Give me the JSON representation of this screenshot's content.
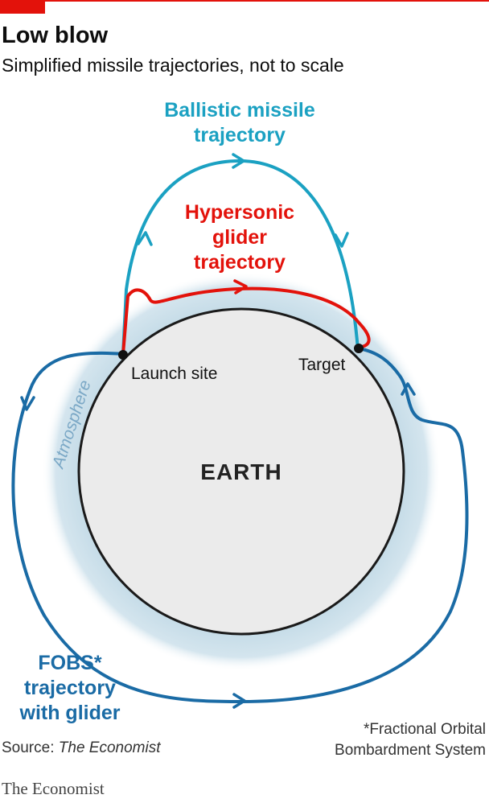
{
  "header": {
    "title": "Low blow",
    "subtitle": "Simplified missile trajectories, not to scale"
  },
  "labels": {
    "ballistic_line1": "Ballistic missile",
    "ballistic_line2": "trajectory",
    "hypersonic_line1": "Hypersonic",
    "hypersonic_line2": "glider",
    "hypersonic_line3": "trajectory",
    "launch_site": "Launch site",
    "target": "Target",
    "atmosphere": "Atmosphere",
    "earth": "EARTH",
    "fobs_line1": "FOBS*",
    "fobs_line2": "trajectory",
    "fobs_line3": "with glider"
  },
  "footer": {
    "source_prefix": "Source: ",
    "source_name": "The Economist",
    "footnote": "*Fractional Orbital\nBombardment System",
    "brand": "The Economist"
  },
  "colors": {
    "ballistic": "#1ba1c2",
    "hypersonic": "#e3120b",
    "fobs": "#1a6ba5",
    "atmosphere": "#c4dbe7",
    "earth_fill": "#ebebeb",
    "earth_stroke": "#1a1a1a"
  }
}
